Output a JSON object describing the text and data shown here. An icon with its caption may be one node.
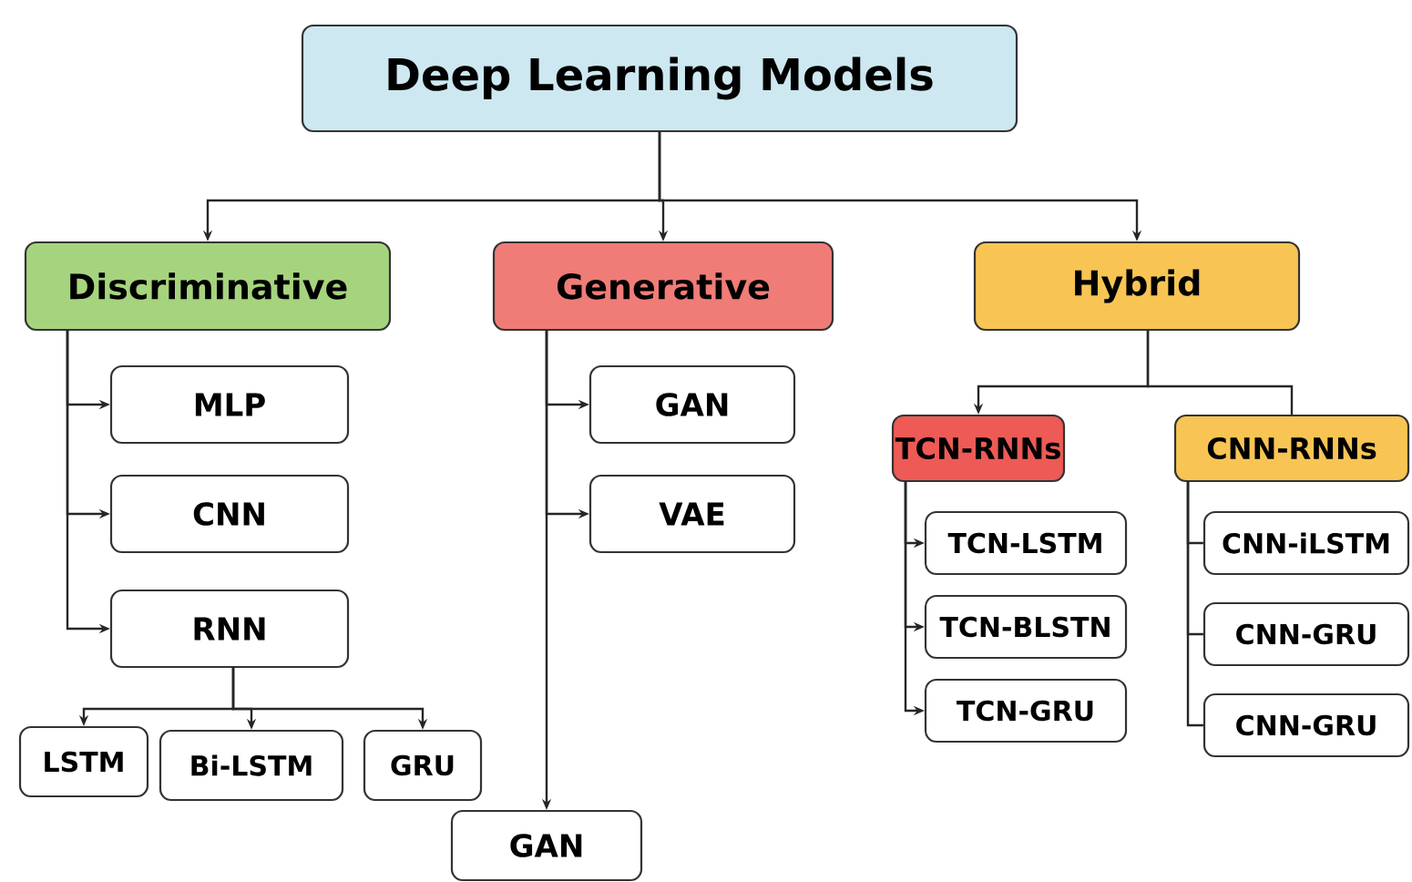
{
  "diagram": {
    "nodes": [
      {
        "text": [
          "Deep Learning Models"
        ]
      },
      {
        "text": [
          "Discriminative"
        ]
      },
      {
        "text": [
          "Generative"
        ]
      },
      {
        "text": [
          "Hybrid"
        ]
      },
      {
        "text": [
          "MLP"
        ]
      },
      {
        "text": [
          "CNN"
        ]
      },
      {
        "text": [
          "RNN"
        ]
      },
      {
        "text": [
          "LSTM"
        ]
      },
      {
        "text": [
          "Bi-LSTM"
        ]
      },
      {
        "text": [
          "GRU"
        ]
      },
      {
        "text": [
          "GAN"
        ]
      },
      {
        "text": [
          "VAE"
        ]
      },
      {
        "text": [
          "GAN"
        ]
      },
      {
        "text": [
          "TCN-RNNs"
        ]
      },
      {
        "text": [
          "CNN-RNNs"
        ]
      },
      {
        "text": [
          "TCN-LSTM"
        ]
      },
      {
        "text": [
          "TCN-BLSTN"
        ]
      },
      {
        "text": [
          "TCN-GRU"
        ]
      },
      {
        "text": [
          "CNN-iLSTM"
        ]
      },
      {
        "text": [
          "CNN-GRU"
        ]
      },
      {
        "text": [
          "CNN-GRU"
        ]
      }
    ],
    "edges": [
      {
        "from": 0,
        "to": 1,
        "arrow": "to"
      },
      {
        "from": 0,
        "to": 2,
        "arrow": "to"
      },
      {
        "from": 0,
        "to": 3,
        "arrow": "to"
      },
      {
        "from": 1,
        "to": 4,
        "arrow": "to"
      },
      {
        "from": 1,
        "to": 5,
        "arrow": "to"
      },
      {
        "from": 1,
        "to": 6,
        "arrow": "to"
      },
      {
        "from": 6,
        "to": 7,
        "arrow": "to"
      },
      {
        "from": 6,
        "to": 8,
        "arrow": "to"
      },
      {
        "from": 6,
        "to": 9,
        "arrow": "to"
      },
      {
        "from": 2,
        "to": 10,
        "arrow": "to"
      },
      {
        "from": 2,
        "to": 11,
        "arrow": "to"
      },
      {
        "from": 2,
        "to": 12,
        "arrow": "to"
      },
      {
        "from": 3,
        "to": 13,
        "arrow": "to"
      },
      {
        "from": 3,
        "to": 14,
        "arrow": "none"
      },
      {
        "from": 13,
        "to": 15,
        "arrow": "to"
      },
      {
        "from": 13,
        "to": 16,
        "arrow": "to"
      },
      {
        "from": 13,
        "to": 17,
        "arrow": "to"
      },
      {
        "from": 14,
        "to": 18,
        "arrow": "none"
      },
      {
        "from": 14,
        "to": 19,
        "arrow": "none"
      },
      {
        "from": 14,
        "to": 20,
        "arrow": "none"
      }
    ]
  }
}
